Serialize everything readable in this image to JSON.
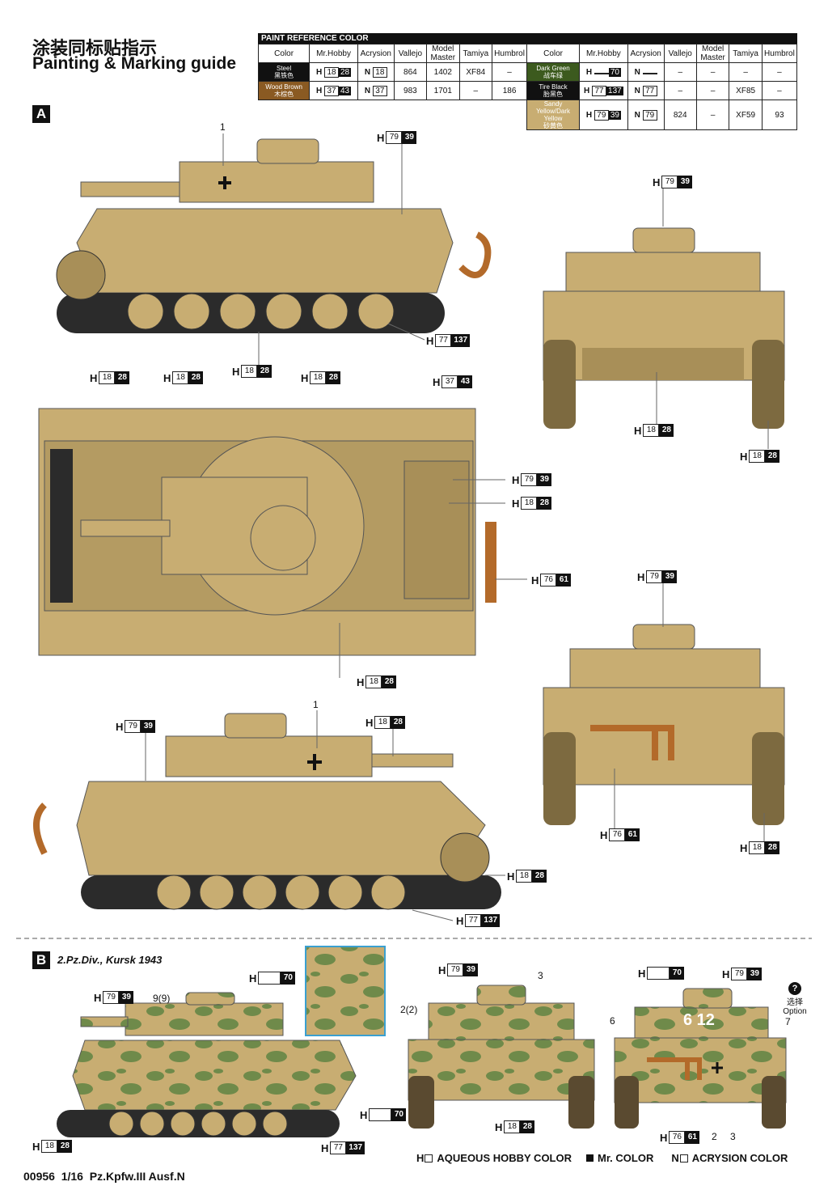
{
  "title_cn": "涂装同标贴指示",
  "title_en": "Painting & Marking guide",
  "paint_table": {
    "header": "PAINT REFERENCE COLOR",
    "columns": [
      "Color",
      "Mr.Hobby",
      "Acrysion",
      "Vallejo",
      "Model Master",
      "Tamiya",
      "Humbrol"
    ],
    "left": [
      {
        "name": "Steel",
        "cn": "黑铁色",
        "swatch": "#111111",
        "h": "18",
        "hb": "28",
        "n": "18",
        "vallejo": "864",
        "mm": "1402",
        "tamiya": "XF84",
        "humbrol": "–"
      },
      {
        "name": "Wood Brown",
        "cn": "木棕色",
        "swatch": "#8a5a22",
        "h": "37",
        "hb": "43",
        "n": "37",
        "vallejo": "983",
        "mm": "1701",
        "tamiya": "–",
        "humbrol": "186"
      }
    ],
    "right": [
      {
        "name": "Dark Green",
        "cn": "战车绿",
        "swatch": "#3c5a1e",
        "h": "",
        "hb": "70",
        "n": "",
        "vallejo": "–",
        "mm": "–",
        "tamiya": "–",
        "humbrol": "–"
      },
      {
        "name": "Tire Black",
        "cn": "胎黑色",
        "swatch": "#111111",
        "h": "77",
        "hb": "137",
        "n": "77",
        "vallejo": "–",
        "mm": "–",
        "tamiya": "XF85",
        "humbrol": "–"
      },
      {
        "name": "Sandy Yellow/Dark Yellow",
        "cn": "砂黄色",
        "swatch": "#c8ad72",
        "h": "79",
        "hb": "39",
        "n": "79",
        "vallejo": "824",
        "mm": "–",
        "tamiya": "XF59",
        "humbrol": "93"
      }
    ]
  },
  "section_a": {
    "label": "A"
  },
  "section_b": {
    "label": "B",
    "unit": "2.Pz.Div., Kursk 1943"
  },
  "callouts": {
    "c1": {
      "a": "79",
      "b": "39"
    },
    "c2": {
      "a": "77",
      "b": "137"
    },
    "c3": {
      "a": "18",
      "b": "28"
    },
    "c4": {
      "a": "79",
      "b": "39"
    },
    "c5": {
      "a": "18",
      "b": "28"
    },
    "c6": {
      "a": "18",
      "b": "28"
    },
    "c7": {
      "a": "18",
      "b": "28"
    },
    "c8": {
      "a": "18",
      "b": "28"
    },
    "c9": {
      "a": "18",
      "b": "28"
    },
    "c10": {
      "a": "37",
      "b": "43"
    },
    "c11": {
      "a": "79",
      "b": "39"
    },
    "c12": {
      "a": "18",
      "b": "28"
    },
    "c13": {
      "a": "76",
      "b": "61"
    },
    "c14": {
      "a": "18",
      "b": "28"
    },
    "c15": {
      "a": "79",
      "b": "39"
    },
    "c16": {
      "a": "79",
      "b": "39"
    },
    "c17": {
      "a": "18",
      "b": "28"
    },
    "c18": {
      "a": "18",
      "b": "28"
    },
    "c19": {
      "a": "77",
      "b": "137"
    },
    "c20": {
      "a": "76",
      "b": "61"
    },
    "c21": {
      "a": "18",
      "b": "28"
    },
    "c22": {
      "a": "",
      "b": "70"
    },
    "c23": {
      "a": "79",
      "b": "39"
    },
    "c24": {
      "a": "18",
      "b": "28"
    },
    "c25": {
      "a": "77",
      "b": "137"
    },
    "c26": {
      "a": "79",
      "b": "39"
    },
    "c27": {
      "a": "",
      "b": "70"
    },
    "c28": {
      "a": "18",
      "b": "28"
    },
    "c29": {
      "a": "",
      "b": "70"
    },
    "c30": {
      "a": "79",
      "b": "39"
    },
    "c31": {
      "a": "76",
      "b": "61"
    }
  },
  "markers": {
    "m1": "1",
    "m2": "1",
    "m3": "9(9)",
    "m4": "2(2)",
    "m5": "3",
    "m6": "6",
    "m7": "7",
    "m8": "2",
    "m9": "3"
  },
  "turret_number": "6 12",
  "option": {
    "cn": "选择",
    "en": "Option",
    "icon": "?"
  },
  "legend": {
    "h": "AQUEOUS HOBBY COLOR",
    "mr": "Mr. COLOR",
    "n": "ACRYSION COLOR"
  },
  "footer": {
    "code": "00956",
    "scale": "1/16",
    "name": "Pz.Kpfw.III Ausf.N"
  },
  "colors": {
    "sand": "#c8ad72",
    "sand_dark": "#a88f58",
    "green": "#6f8a4a",
    "track": "#2b2b2b",
    "copper": "#b36a2a"
  }
}
